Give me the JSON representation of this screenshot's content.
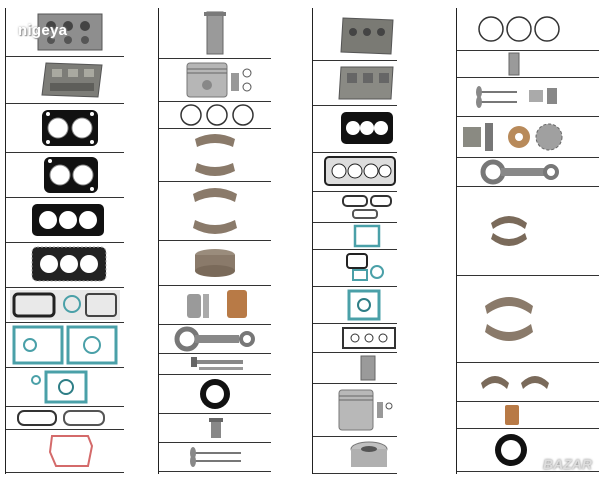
{
  "watermark": "nigeya",
  "badge": "BAZAR",
  "colors": {
    "gasket": "#111111",
    "metal": "#9a9a9a",
    "bearing": "#8a7a6a",
    "kit": "#4aa0a8",
    "silicone": "#d46a6a",
    "bronze": "#b87a46"
  },
  "columns": [
    {
      "name": "column-1",
      "items": [
        "cylinder-head-bare",
        "cylinder-head-assembled",
        "head-gasket-2cyl",
        "head-gasket-2cyl-alt",
        "head-gasket-3cyl",
        "head-gasket-3cyl-alt",
        "gasket-set",
        "full-gasket-kit",
        "overhaul-gasket-kit",
        "valve-cover-gasket",
        "oil-pan-gasket"
      ]
    },
    {
      "name": "column-2",
      "items": [
        "cylinder-liner",
        "piston-with-pins",
        "piston-rings",
        "main-bearing",
        "conrod-bearing",
        "thrust-washer",
        "bushing-and-bearings",
        "connecting-rod",
        "head-bolts",
        "crank-seal",
        "valve",
        "valves-pair"
      ]
    },
    {
      "name": "column-3",
      "items": [
        "cylinder-head-3cyl-bare",
        "cylinder-head-3cyl-assembled",
        "head-gasket-3cyl",
        "head-gasket-4cyl",
        "valve-cover-gasket-set",
        "upper-gasket-kit",
        "lower-gasket-kit",
        "full-gasket-kit",
        "gasket-sheet",
        "liner",
        "piston-kit",
        "piston-top"
      ]
    },
    {
      "name": "column-4",
      "items": [
        "piston-rings-set",
        "liner-small",
        "valves-and-guides",
        "oil-pump-and-gears",
        "connecting-rod",
        "main-bearings",
        "conrod-bearings",
        "bearing-set",
        "small-bush",
        "rear-seal"
      ]
    }
  ]
}
